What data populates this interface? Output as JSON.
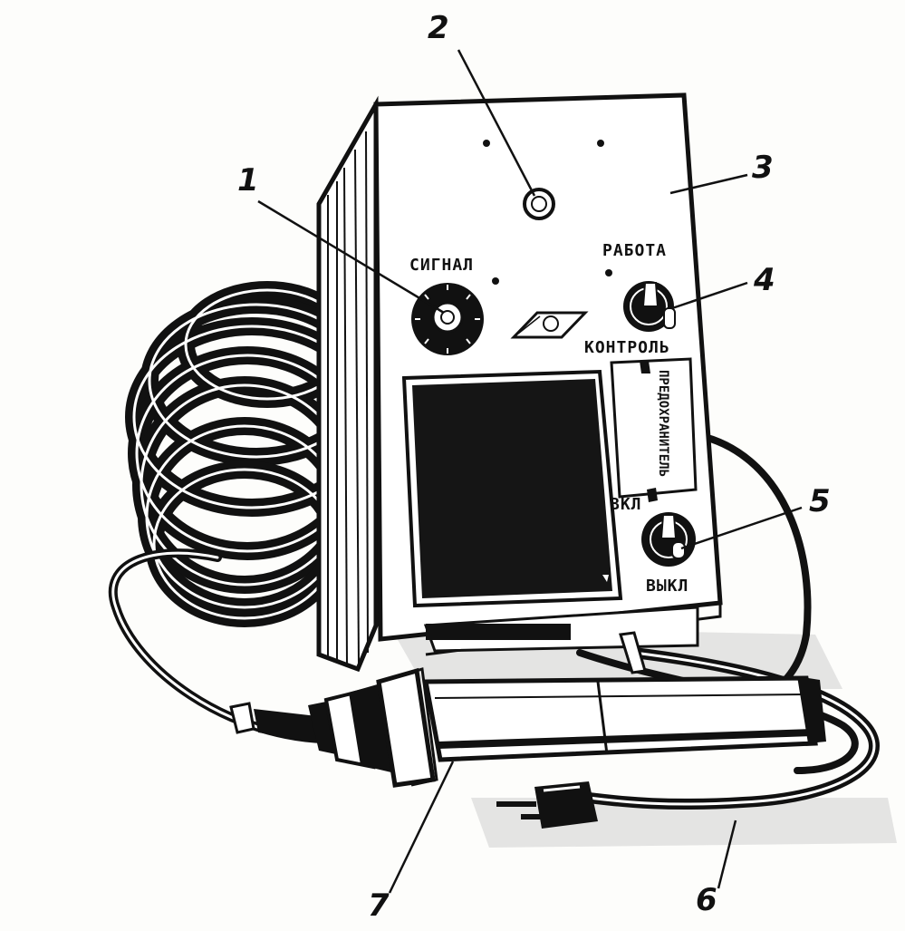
{
  "panel_labels": {
    "signal": "СИГНАЛ",
    "work": "РАБОТА",
    "control": "КОНТРОЛЬ",
    "fuse": "ПРЕДОХРАНИТЕЛЬ",
    "on": "ВКЛ",
    "off": "ВЫКЛ"
  },
  "callouts": {
    "c1": "1",
    "c2": "2",
    "c3": "3",
    "c4": "4",
    "c5": "5",
    "c6": "6",
    "c7": "7"
  },
  "colors": {
    "ink": "#111111",
    "paper": "#fdfdfb",
    "window": "#151515"
  }
}
